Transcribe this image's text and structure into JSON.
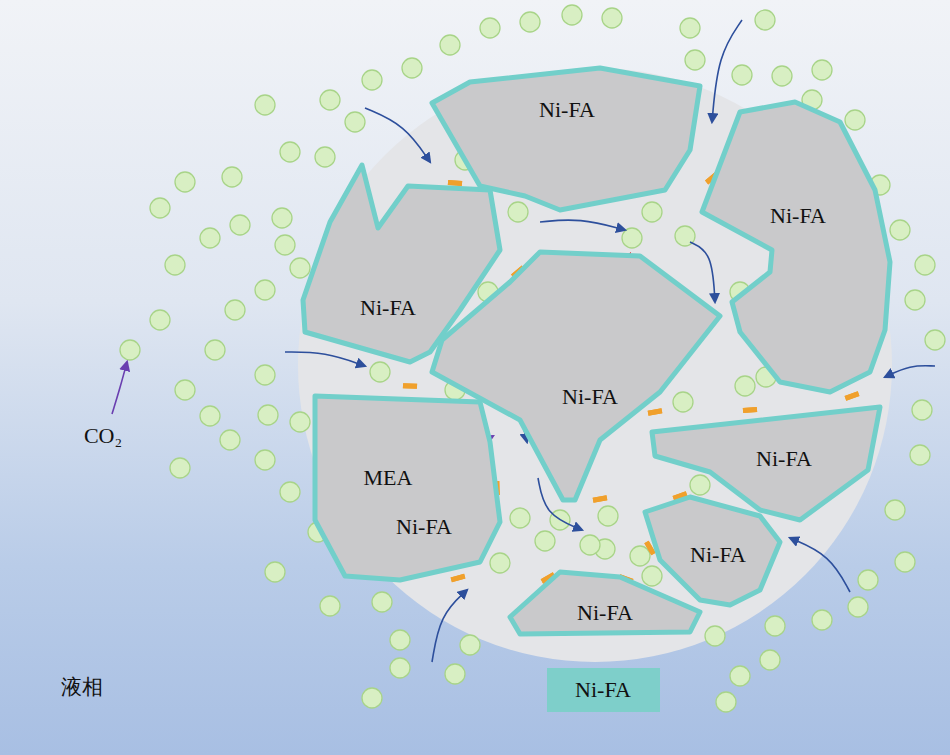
{
  "diagram": {
    "nodes": [
      {
        "text": [
          "Ni-FA"
        ]
      },
      {
        "text": [
          "Ni-FA"
        ]
      },
      {
        "text": [
          "Ni-FA"
        ]
      },
      {
        "text": [
          "Ni-FA"
        ]
      },
      {
        "text": [
          "Ni-FA"
        ]
      },
      {
        "text": [
          "Ni-FA"
        ]
      },
      {
        "text": [
          "Ni-FA"
        ]
      },
      {
        "text": [
          "Ni-FA"
        ]
      },
      {
        "text": [
          "Ni-FA"
        ]
      }
    ],
    "labels": [
      "CO₂",
      "MEA",
      "液相"
    ]
  }
}
